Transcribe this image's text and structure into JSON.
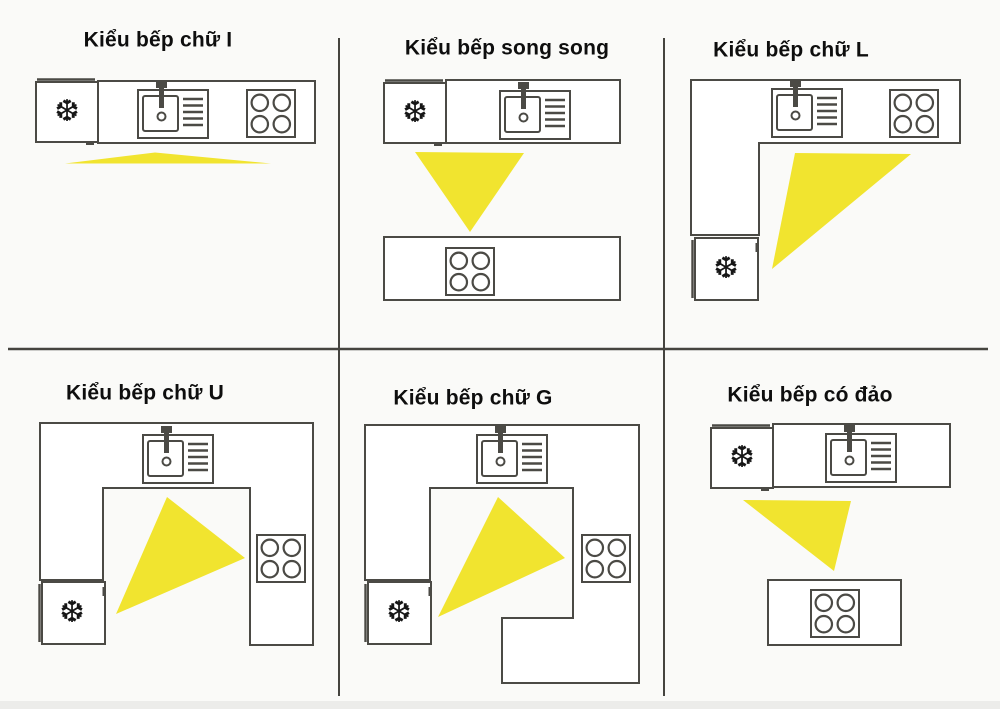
{
  "colors": {
    "work_triangle_yellow": "#F1E42F",
    "outline_gray": "#4B4A45",
    "title_text": "#0E0E0E",
    "background": "#FAFAF8",
    "footer_strip": "#ECECEA"
  },
  "icons": {
    "snowflake": "❆"
  },
  "panels": [
    {
      "id": "i-shape",
      "title": "Kiểu bếp chữ I",
      "appliances": [
        "refrigerator",
        "sink",
        "stove"
      ],
      "work_triangle": "flat"
    },
    {
      "id": "parallel",
      "title": "Kiểu bếp song song",
      "appliances": [
        "refrigerator",
        "sink",
        "stove"
      ],
      "work_triangle": "pointing-down"
    },
    {
      "id": "l-shape",
      "title": "Kiểu bếp chữ L",
      "appliances": [
        "refrigerator",
        "sink",
        "stove"
      ],
      "work_triangle": "pointing-down-left"
    },
    {
      "id": "u-shape",
      "title": "Kiểu bếp chữ U",
      "appliances": [
        "refrigerator",
        "sink",
        "stove"
      ],
      "work_triangle": "pointing-down-left"
    },
    {
      "id": "g-shape",
      "title": "Kiểu bếp chữ G",
      "appliances": [
        "refrigerator",
        "sink",
        "stove"
      ],
      "work_triangle": "pointing-down-left"
    },
    {
      "id": "island",
      "title": "Kiểu bếp có đảo",
      "appliances": [
        "refrigerator",
        "sink",
        "stove"
      ],
      "work_triangle": "pointing-down"
    }
  ]
}
